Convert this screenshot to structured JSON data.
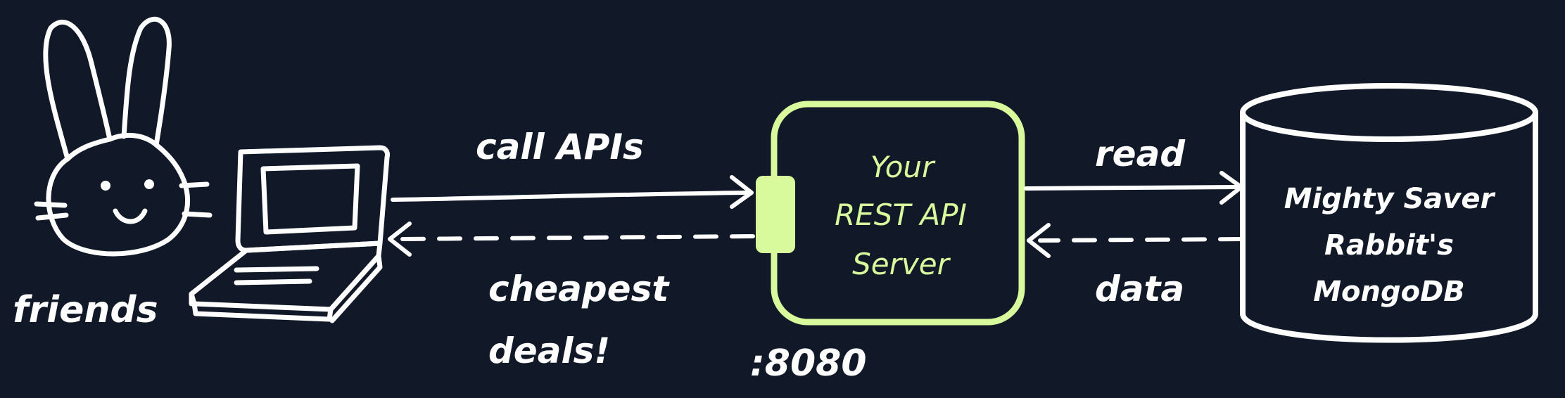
{
  "colors": {
    "background": "#111827",
    "stroke": "#ffffff",
    "accent": "#d9f99d"
  },
  "client": {
    "label": "friends",
    "icons": [
      "bunny-icon",
      "laptop-icon"
    ]
  },
  "arrows": {
    "request_label": "call APIs",
    "response_label_line1": "cheapest",
    "response_label_line2": "deals!",
    "db_read_label": "read",
    "db_data_label": "data"
  },
  "server": {
    "line1": "Your",
    "line2": "REST API",
    "line3": "Server",
    "port": ":8080"
  },
  "database": {
    "line1": "Mighty Saver",
    "line2": "Rabbit's",
    "line3": "MongoDB",
    "icon": "database-cylinder-icon"
  }
}
